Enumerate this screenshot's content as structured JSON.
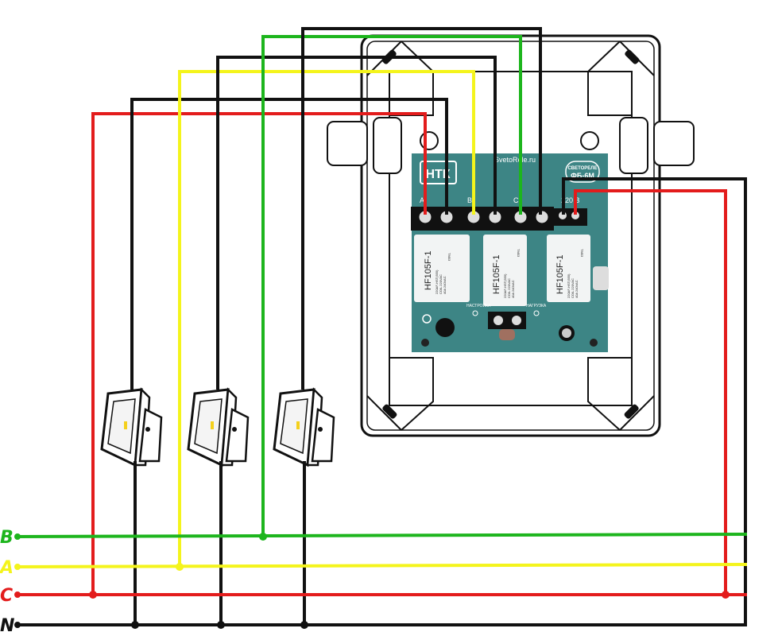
{
  "buses": [
    {
      "label": "B",
      "color": "#1db51d"
    },
    {
      "label": "A",
      "color": "#f4f41c"
    },
    {
      "label": "C",
      "color": "#e31c1c"
    },
    {
      "label": "N",
      "color": "#111111"
    }
  ],
  "board": {
    "site": "SvetoRele.ru",
    "logo": "НТК",
    "model_line1": "СВЕТОРЕЛЕ",
    "model_line2": "ФБ-6М",
    "channel_a": "A",
    "channel_b": "B",
    "channel_c": "C",
    "power": "220 В",
    "setting": "НАСТРОЙКА",
    "load": "НАГРУЗКА",
    "color": "#3d8585"
  },
  "relays": [
    {
      "model": "HF105F-1",
      "spec1": "220AF-HST(555)",
      "spec2": "COIL 220VAC",
      "spec3": "40A 240VAC",
      "code": "TM03"
    },
    {
      "model": "HF105F-1",
      "spec1": "220AF-HST(555)",
      "spec2": "COIL 220VAC",
      "spec3": "40A 240VAC",
      "code": "TM03"
    },
    {
      "model": "HF105F-1",
      "spec1": "220AF-HST(555)",
      "spec2": "COIL 220VAC",
      "spec3": "40A 240VAC",
      "code": "TM03"
    }
  ]
}
